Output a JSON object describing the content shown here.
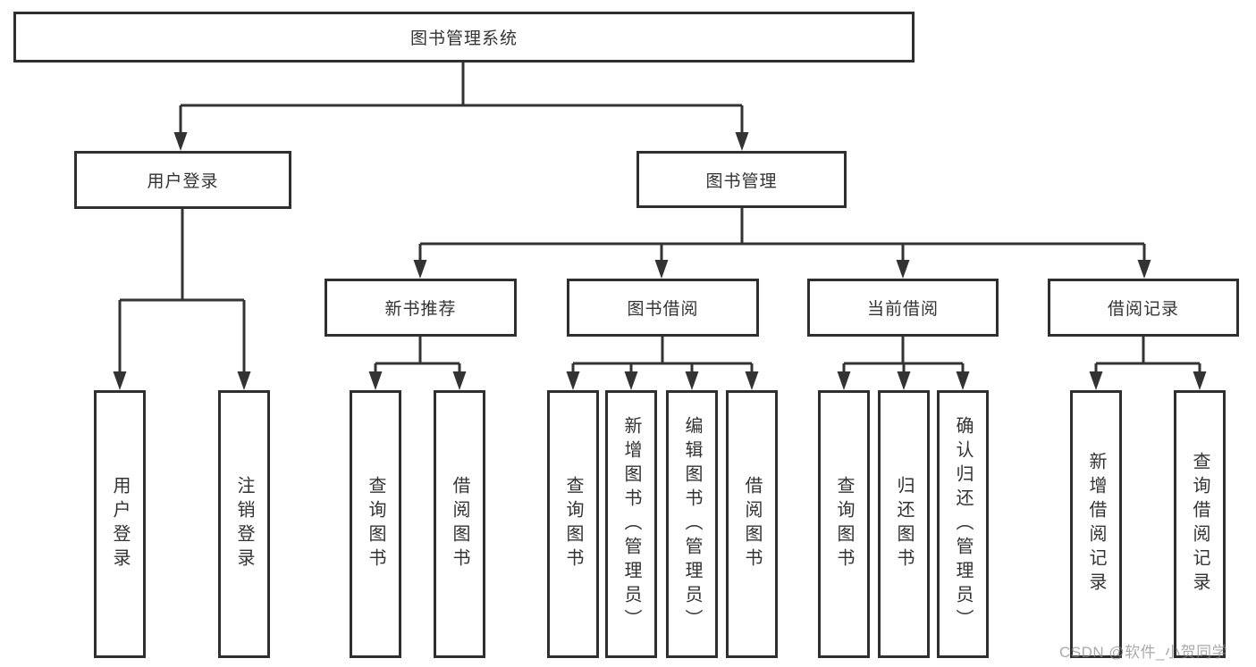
{
  "tree": {
    "root": {
      "label": "图书管理系统",
      "children": [
        {
          "label": "用户登录",
          "children": [
            {
              "label": "用户登录"
            },
            {
              "label": "注销登录"
            }
          ]
        },
        {
          "label": "图书管理",
          "children": [
            {
              "label": "新书推荐",
              "children": [
                {
                  "label": "查询图书"
                },
                {
                  "label": "借阅图书"
                }
              ]
            },
            {
              "label": "图书借阅",
              "children": [
                {
                  "label": "查询图书"
                },
                {
                  "label": "新增图书（管理员）"
                },
                {
                  "label": "编辑图书（管理员）"
                },
                {
                  "label": "借阅图书"
                }
              ]
            },
            {
              "label": "当前借阅",
              "children": [
                {
                  "label": "查询图书"
                },
                {
                  "label": "归还图书"
                },
                {
                  "label": "确认归还（管理员）"
                }
              ]
            },
            {
              "label": "借阅记录",
              "children": [
                {
                  "label": "新增借阅记录"
                },
                {
                  "label": "查询借阅记录"
                }
              ]
            }
          ]
        }
      ]
    }
  },
  "watermark": {
    "text": "CSDN @软件_小贺同学"
  },
  "colors": {
    "line": "#333333",
    "box_border": "#2f2f2f",
    "text": "#333333",
    "watermark": "#8c8c8c",
    "background": "#ffffff"
  }
}
